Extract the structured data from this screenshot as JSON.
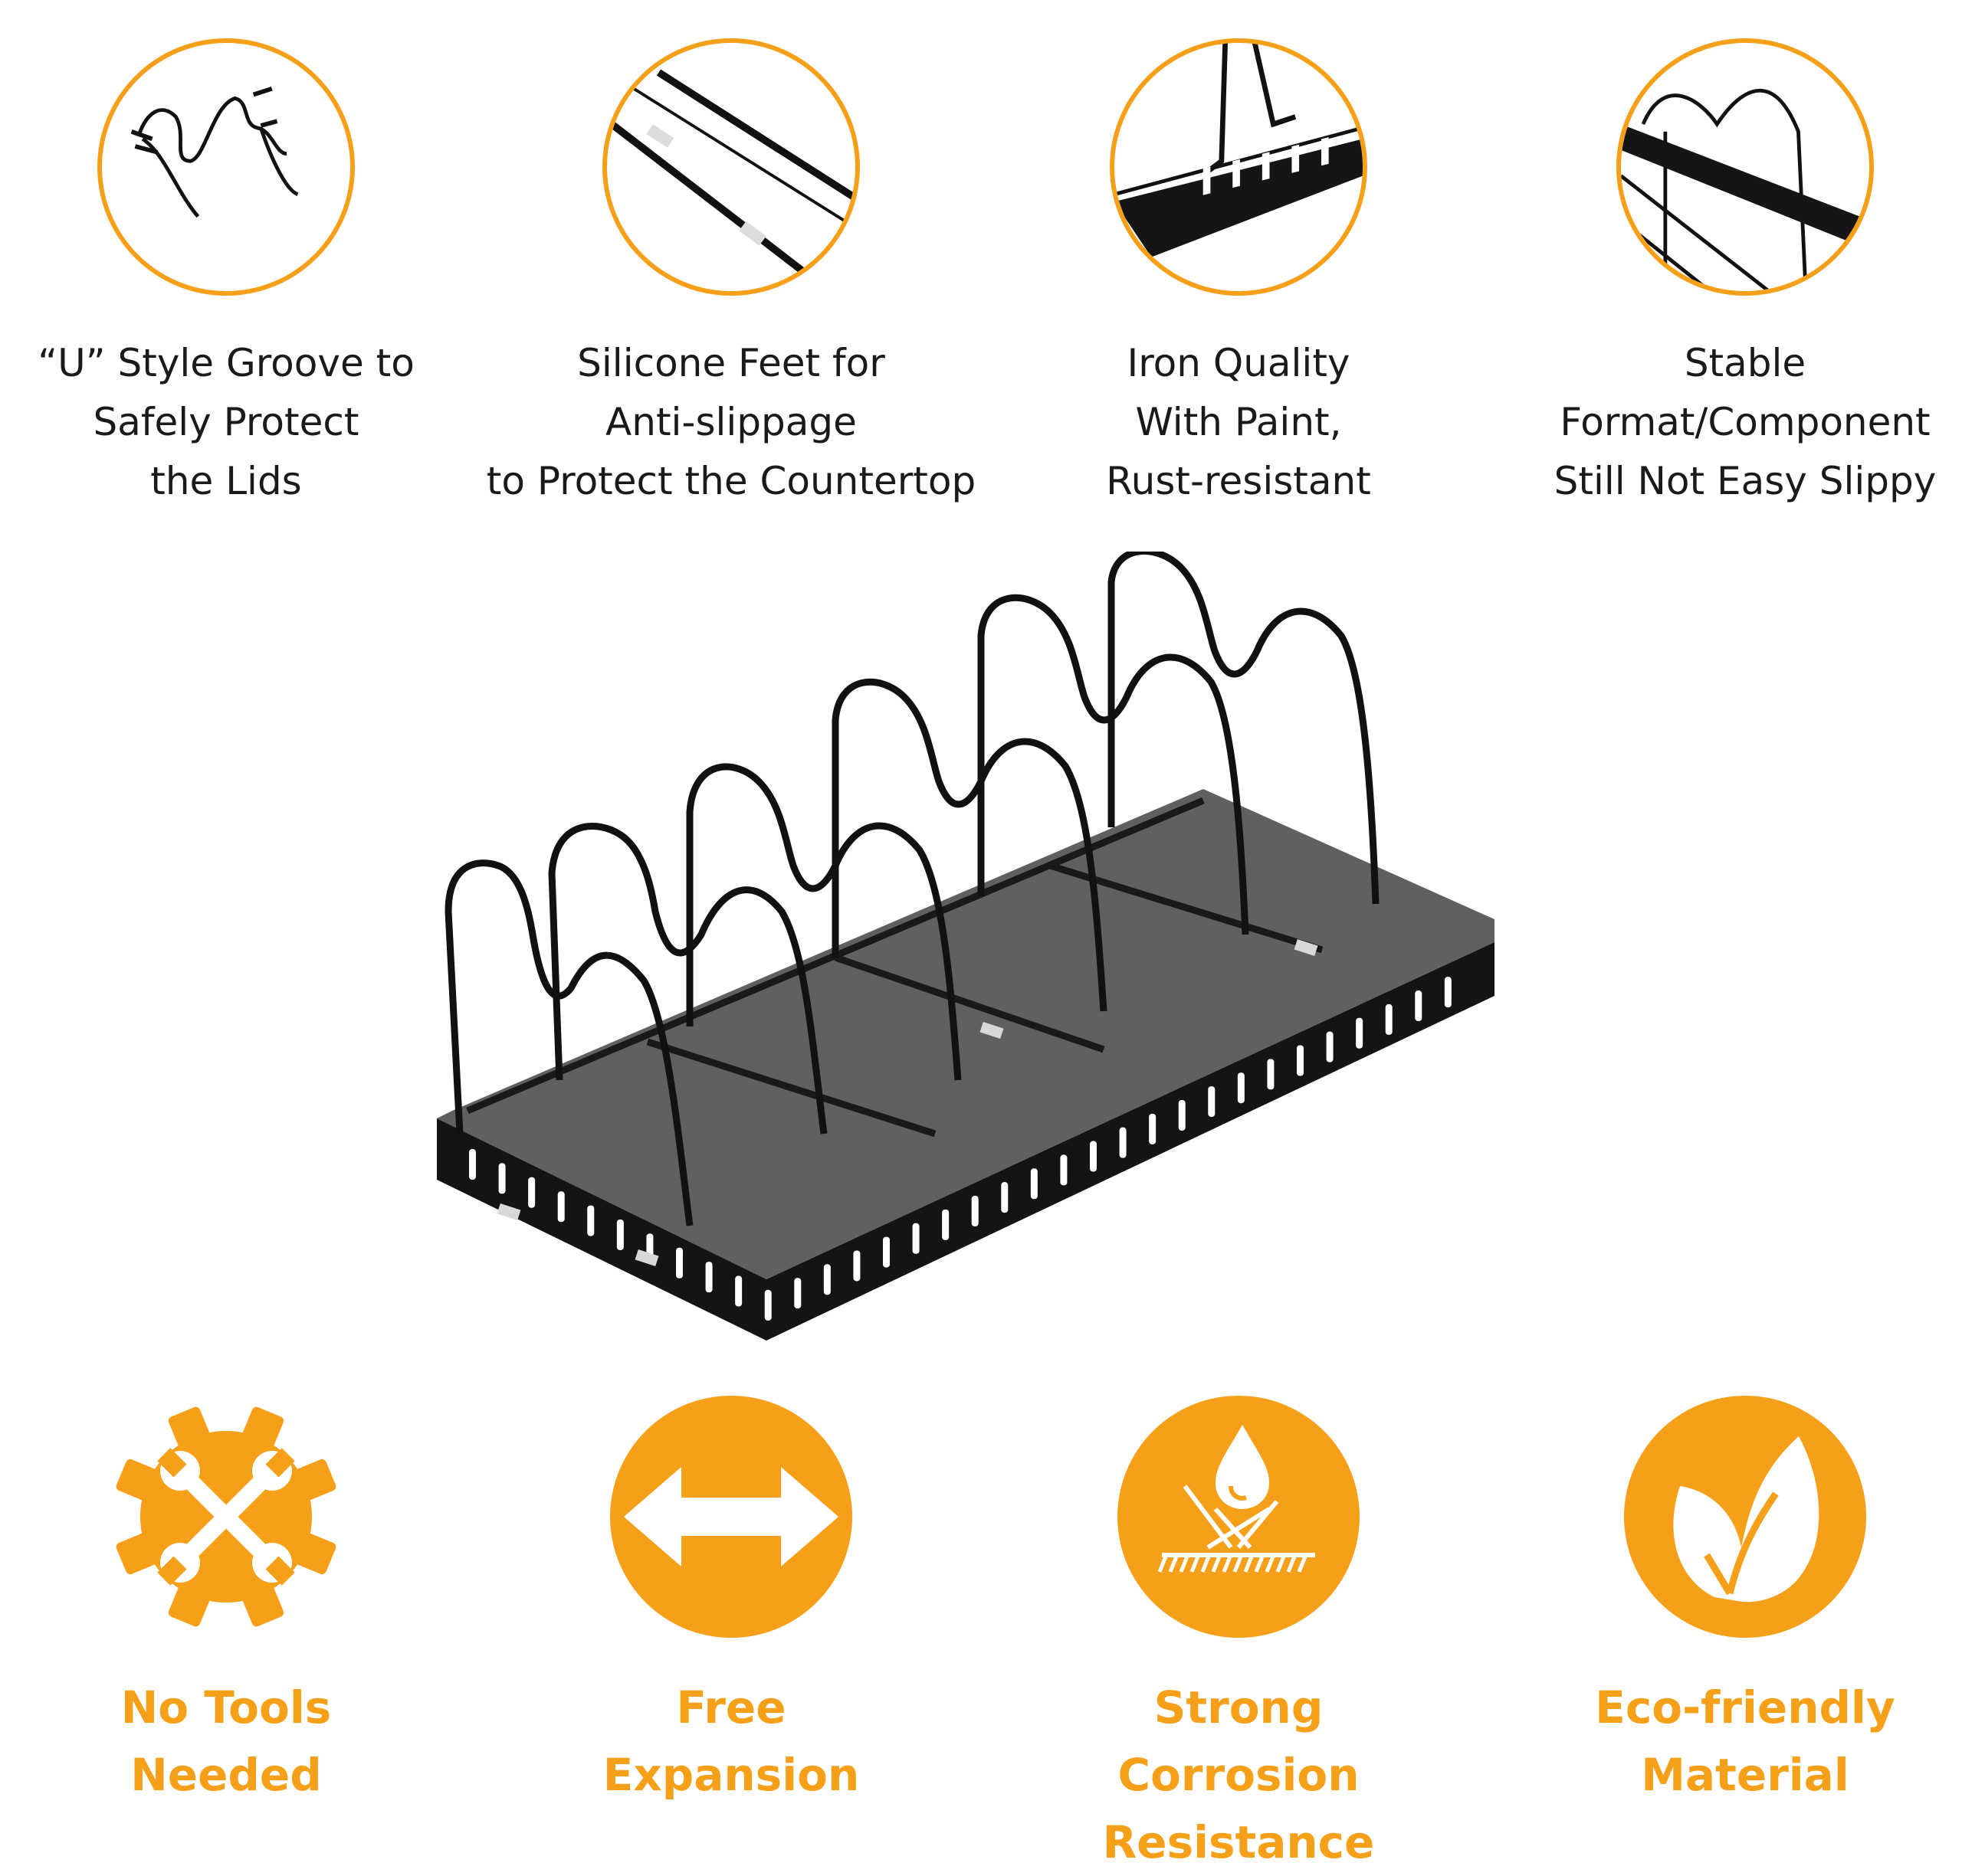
{
  "features": [
    {
      "lines": [
        "“U” Style Groove to",
        "Safely Protect",
        "the Lids"
      ],
      "icon": "u-groove-detail-icon"
    },
    {
      "lines": [
        "Silicone Feet for",
        "Anti-slippage",
        "to Protect the Countertop"
      ],
      "icon": "silicone-feet-detail-icon"
    },
    {
      "lines": [
        "Iron Quality",
        "With Paint,",
        "Rust-resistant"
      ],
      "icon": "iron-base-detail-icon"
    },
    {
      "lines": [
        "Stable",
        "Format/Component",
        "Still Not Easy Slippy"
      ],
      "icon": "stable-frame-detail-icon"
    }
  ],
  "benefits": [
    {
      "lines": [
        "No Tools",
        "Needed"
      ],
      "icon": "gear-wrench-icon"
    },
    {
      "lines": [
        "Free",
        "Expansion"
      ],
      "icon": "double-arrow-icon"
    },
    {
      "lines": [
        "Strong",
        "Corrosion",
        "Resistance"
      ],
      "icon": "water-drop-shield-icon"
    },
    {
      "lines": [
        "Eco-friendly",
        "Material"
      ],
      "icon": "leaf-icon"
    }
  ],
  "colors": {
    "accent": "#f6a01a",
    "text": "#1a1a1a",
    "rack": "#111111"
  }
}
